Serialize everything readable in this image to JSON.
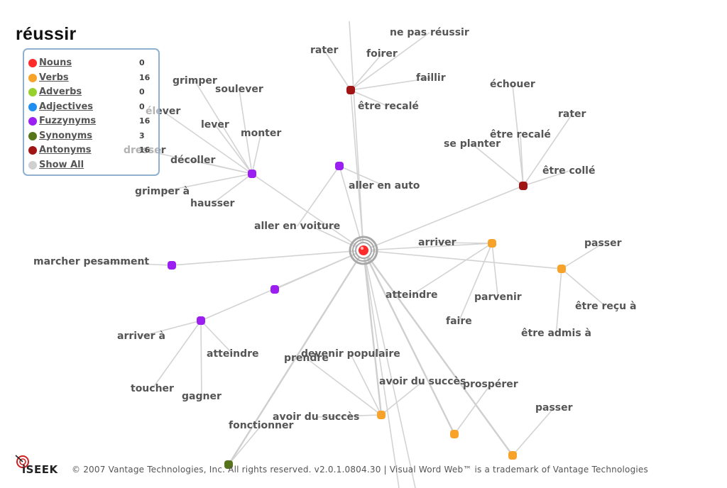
{
  "title": "réussir",
  "colors": {
    "nouns": "#ff2a2a",
    "verbs": "#f7a32a",
    "adverbs": "#98d12e",
    "adjectives": "#1f8ef0",
    "fuzzynyms": "#9a1ff0",
    "synonyms": "#56741a",
    "antonyms": "#a11414",
    "show_all": "#d0d0d0",
    "edge": "#d3d3d3",
    "label": "#555555"
  },
  "legend": [
    {
      "label": "Nouns",
      "count": "0",
      "color": "#ff2a2a"
    },
    {
      "label": "Verbs",
      "count": "16",
      "color": "#f7a32a"
    },
    {
      "label": "Adverbs",
      "count": "0",
      "color": "#98d12e"
    },
    {
      "label": "Adjectives",
      "count": "0",
      "color": "#1f8ef0"
    },
    {
      "label": "Fuzzynyms",
      "count": "16",
      "color": "#9a1ff0"
    },
    {
      "label": "Synonyms",
      "count": "3",
      "color": "#56741a"
    },
    {
      "label": "Antonyms",
      "count": "16",
      "color": "#a11414"
    },
    {
      "label": "Show All",
      "count": "",
      "color": "#d0d0d0"
    }
  ],
  "center_word": "réussir",
  "nodes": [
    {
      "id": "center",
      "category": "nouns"
    },
    {
      "id": "ant1",
      "category": "antonyms"
    },
    {
      "id": "ant2",
      "category": "antonyms"
    },
    {
      "id": "fz1",
      "category": "fuzzynyms"
    },
    {
      "id": "fz2",
      "category": "fuzzynyms"
    },
    {
      "id": "fz3",
      "category": "fuzzynyms"
    },
    {
      "id": "fz4",
      "category": "fuzzynyms"
    },
    {
      "id": "fz5",
      "category": "fuzzynyms"
    },
    {
      "id": "vb1",
      "category": "verbs"
    },
    {
      "id": "vb2",
      "category": "verbs"
    },
    {
      "id": "vb3",
      "category": "verbs"
    },
    {
      "id": "vb4",
      "category": "verbs"
    },
    {
      "id": "vb5",
      "category": "verbs"
    },
    {
      "id": "syn1",
      "category": "synonyms"
    }
  ],
  "words": [
    "ne pas réussir",
    "rater",
    "foirer",
    "faillir",
    "être recalé",
    "échouer",
    "rater",
    "être recalé",
    "se planter",
    "être collé",
    "grimper",
    "soulever",
    "élever",
    "lever",
    "monter",
    "dresser",
    "décoller",
    "grimper à",
    "hausser",
    "aller en auto",
    "aller en voiture",
    "marcher pesamment",
    "arriver à",
    "atteindre",
    "toucher",
    "gagner",
    "arriver",
    "atteindre",
    "faire",
    "parvenir",
    "passer",
    "être reçu à",
    "être admis à",
    "devenir populaire",
    "prendre",
    "avoir du succès",
    "avoir du succès",
    "prospérer",
    "passer",
    "fonctionner"
  ],
  "footer": {
    "logo": "iSEEK",
    "copyright": "© 2007 Vantage Technologies, Inc. All rights reserved. v2.0.1.0804.30 | Visual Word Web™ is a trademark of Vantage Technologies"
  }
}
